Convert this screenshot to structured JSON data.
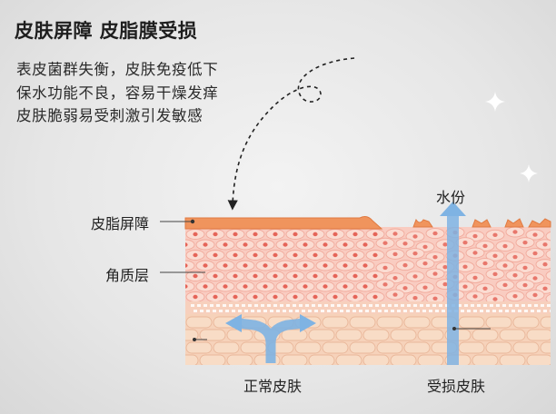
{
  "title": "皮肤屏障 皮脂膜受损",
  "description": [
    "表皮菌群失衡，皮肤免疫低下",
    "保水功能不良，容易干燥发痒",
    "皮肤脆弱易受刺激引发敏感"
  ],
  "labels": {
    "sebum_film": "皮脂屏障",
    "stratum_corneum": "角质层",
    "water": "水份",
    "normal_skin": "正常皮肤",
    "damaged_skin": "受损皮肤"
  },
  "colors": {
    "sebum": "#f0945d",
    "corneum_bg": "#f9ccc1",
    "cell_nucleus": "#e2564a",
    "lower_bg": "#f6d2ba",
    "arrow": "#7fb3e3"
  }
}
